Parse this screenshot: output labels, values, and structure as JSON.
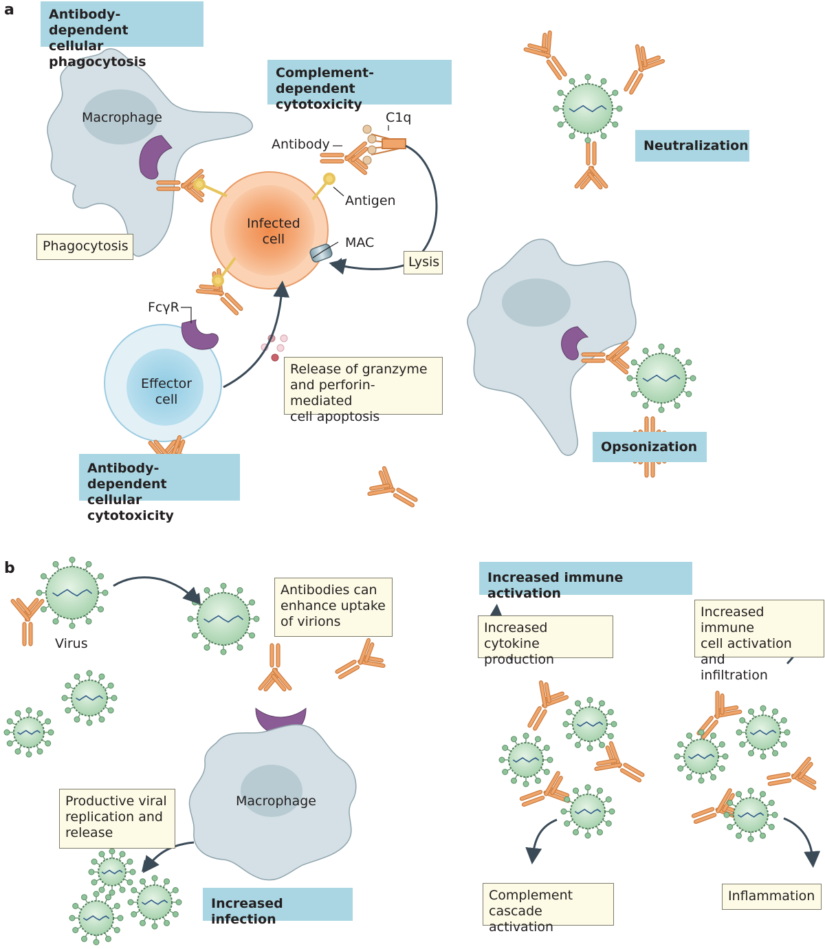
{
  "panels": {
    "a": "a",
    "b": "b"
  },
  "labels": {
    "adcp": "Antibody-dependent\ncellular phagocytosis",
    "cdc": "Complement-dependent\ncytotoxicity",
    "neutralization": "Neutralization",
    "opsonization": "Opsonization",
    "adcc": "Antibody-dependent\ncellular cytotoxicity",
    "macrophage_a": "Macrophage",
    "phagocytosis": "Phagocytosis",
    "infected_cell": "Infected\ncell",
    "antibody": "Antibody",
    "c1q": "C1q",
    "antigen": "Antigen",
    "mac": "MAC",
    "lysis": "Lysis",
    "fcgr": "FcγR",
    "effector_cell": "Effector\ncell",
    "granzyme": "Release of granzyme\nand perforin-mediated\ncell apoptosis",
    "virus": "Virus",
    "enhance_uptake": "Antibodies can\nenhance uptake\nof virions",
    "macrophage_b": "Macrophage",
    "productive": "Productive viral\nreplication and\nrelease",
    "increased_infection": "Increased infection",
    "increased_immune": "Increased immune activation",
    "cytokine": "Increased cytokine\nproduction",
    "immune_cell": "Increased immune\ncell activation and\ninfiltration",
    "complement_cascade": "Complement\ncascade activation",
    "inflammation": "Inflammation"
  },
  "colors": {
    "label_box": "#a9d6e2",
    "note_box": "#fdfbe6",
    "antibody": "#f0a56a",
    "antibody_edge": "#c97a3e",
    "fc_receptor": "#8b5b95",
    "macrophage": "#d3dfe4",
    "infected_cell": "#f6b283",
    "effector_cell": "#cfe6f0",
    "virus": "#bfe0c4",
    "arrow": "#3a4a57"
  },
  "icons": [
    "macrophage-icon",
    "infected-cell-icon",
    "effector-cell-icon",
    "virus-icon",
    "antibody-icon",
    "fc-receptor-icon",
    "c1q-icon",
    "mac-pore-icon",
    "granule-icon",
    "arrow-icon"
  ]
}
